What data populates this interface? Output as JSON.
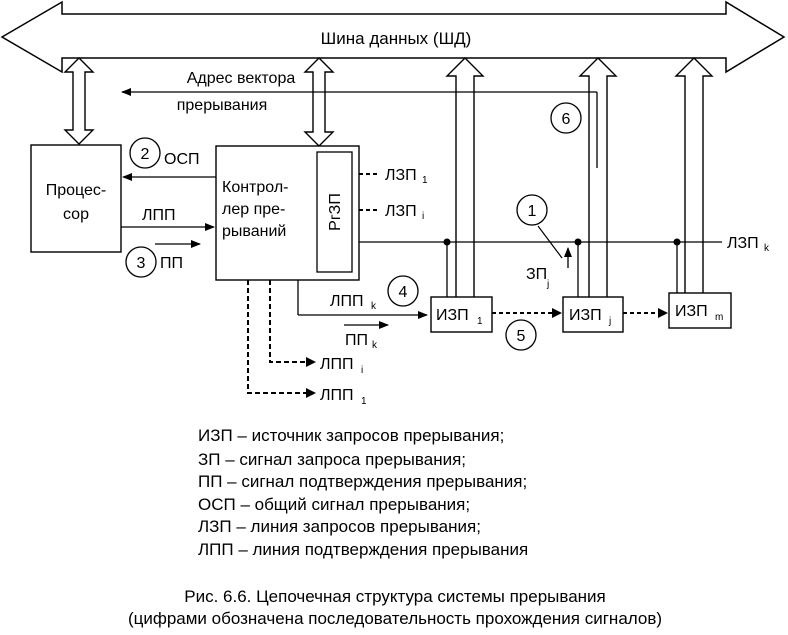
{
  "bus": {
    "label": "Шина данных (ШД)"
  },
  "vector_label": {
    "line1": "Адрес вектора",
    "line2": "прерывания"
  },
  "processor": {
    "line1": "Процес-",
    "line2": "сор"
  },
  "controller": {
    "line1": "Контрол-",
    "line2": "лер пре-",
    "line3": "рываний"
  },
  "register": {
    "label": "РгЗП"
  },
  "signals": {
    "osp": "ОСП",
    "lpp": "ЛПП",
    "pp": "ПП",
    "lzp": "ЛЗП",
    "lpp_out": "ЛПП",
    "pp_out": "ПП",
    "zp": "ЗП",
    "izp": "ИЗП"
  },
  "subscripts": {
    "one": "1",
    "i": "i",
    "k": "k",
    "j": "j",
    "m": "m"
  },
  "step_numbers": [
    "1",
    "2",
    "3",
    "4",
    "5",
    "6"
  ],
  "legend": [
    "ИЗП – источник запросов прерывания;",
    "ЗП – сигнал запроса прерывания;",
    "ПП – сигнал подтверждения прерывания;",
    "ОСП – общий сигнал прерывания;",
    "ЛЗП – линия запросов прерывания;",
    "ЛПП – линия подтверждения прерывания"
  ],
  "caption": {
    "line1": "Рис. 6.6. Цепочечная структура системы прерывания",
    "line2": "(цифрами обозначена последовательность прохождения сигналов)"
  }
}
